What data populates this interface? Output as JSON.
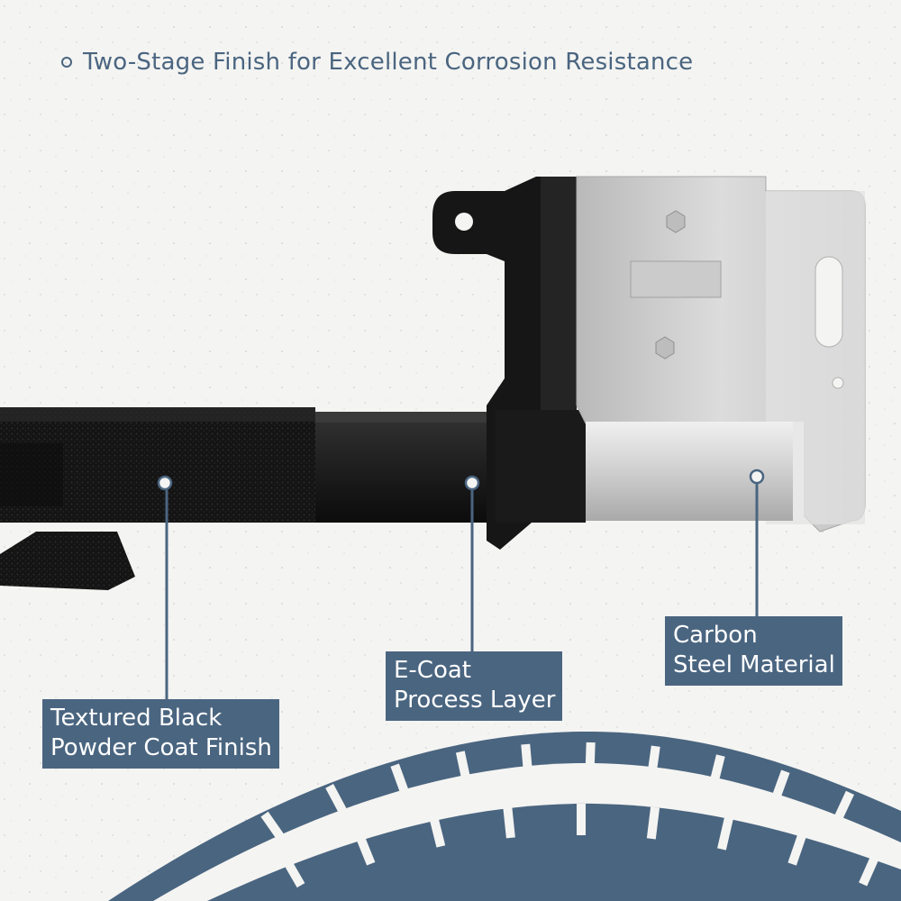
{
  "headline": {
    "text": "Two-Stage Finish for Excellent Corrosion Resistance"
  },
  "callouts": [
    {
      "line1": "Textured Black",
      "line2": "Powder Coat Finish"
    },
    {
      "line1": "E-Coat",
      "line2": "Process Layer"
    },
    {
      "line1": "Carbon",
      "line2": "Steel Material"
    }
  ],
  "colors": {
    "accent": "#4a6580",
    "background": "#f4f4f2",
    "powder_coat": "#151515",
    "ecoat": "#1d1d1d",
    "steel": "#d0d0d0"
  }
}
